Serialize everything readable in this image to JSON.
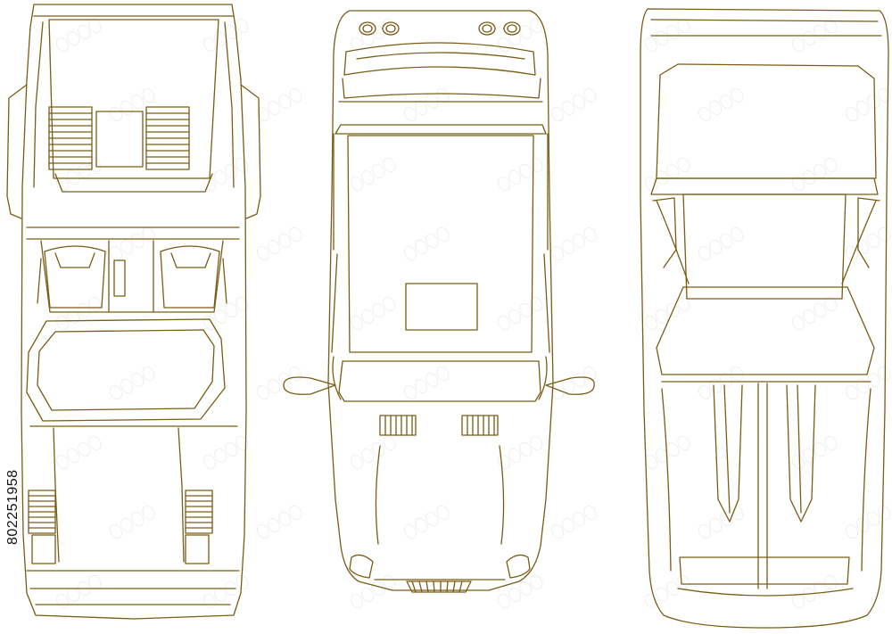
{
  "image": {
    "stock_id": "802251958"
  },
  "drawing": {
    "cars": [
      {
        "name": "wedge-sports-car-top-view"
      },
      {
        "name": "hatchback-car-top-view"
      },
      {
        "name": "coupe-car-top-view"
      }
    ],
    "colors": {
      "line": "#7a5c14",
      "background": "#ffffff",
      "watermark": "#e4e4e4",
      "stock_id": "#111111"
    }
  }
}
